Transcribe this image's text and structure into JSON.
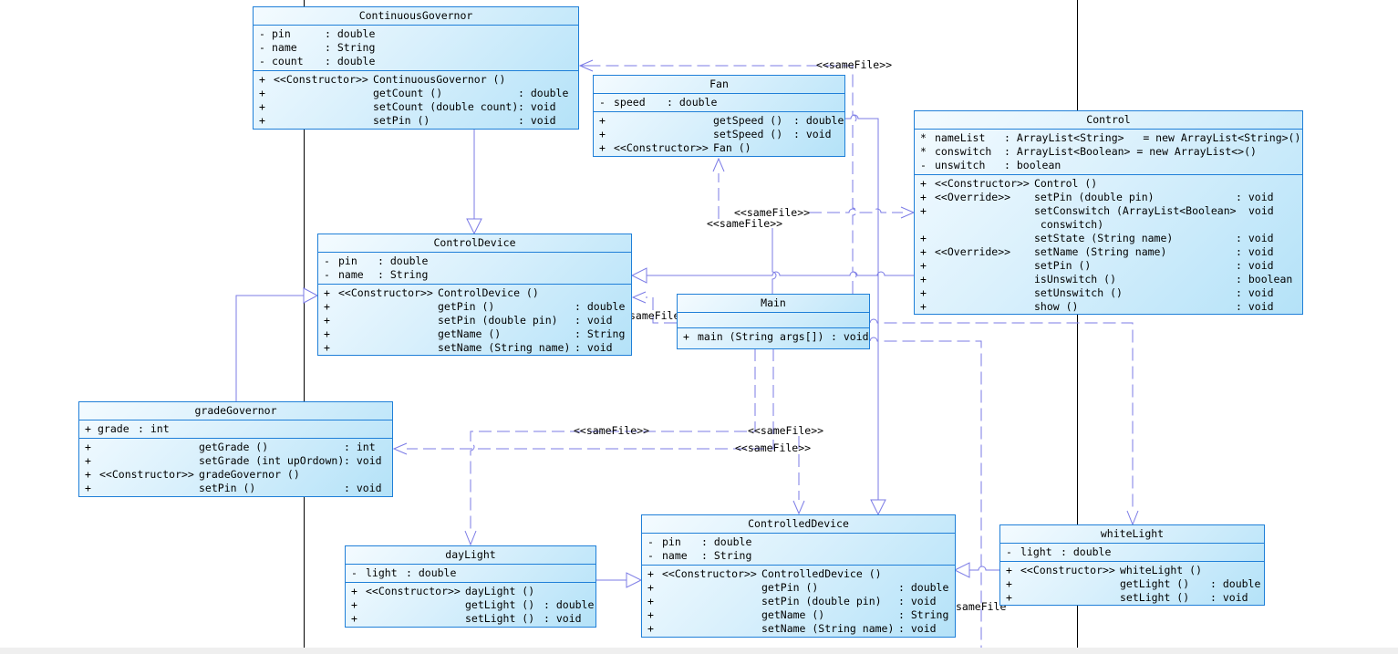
{
  "classes": {
    "continuousGovernor": {
      "name": "ContinuousGovernor",
      "attributes": [
        {
          "vis": "-",
          "name": "pin",
          "type": ": double"
        },
        {
          "vis": "-",
          "name": "name",
          "type": ": String"
        },
        {
          "vis": "-",
          "name": "count",
          "type": ": double"
        }
      ],
      "operations": [
        {
          "vis": "+",
          "stereo": "<<Constructor>>",
          "sig": "ContinuousGovernor ()",
          "ret": ""
        },
        {
          "vis": "+",
          "stereo": "",
          "sig": "getCount ()",
          "ret": ": double"
        },
        {
          "vis": "+",
          "stereo": "",
          "sig": "setCount (double count)",
          "ret": ": void"
        },
        {
          "vis": "+",
          "stereo": "",
          "sig": "setPin ()",
          "ret": ": void"
        }
      ]
    },
    "fan": {
      "name": "Fan",
      "attributes": [
        {
          "vis": "-",
          "name": "speed",
          "type": ": double"
        }
      ],
      "operations": [
        {
          "vis": "+",
          "stereo": "",
          "sig": "getSpeed ()",
          "ret": ": double"
        },
        {
          "vis": "+",
          "stereo": "",
          "sig": "setSpeed ()",
          "ret": ": void"
        },
        {
          "vis": "+",
          "stereo": "<<Constructor>>",
          "sig": "Fan ()",
          "ret": ""
        }
      ]
    },
    "control": {
      "name": "Control",
      "attributes": [
        {
          "vis": "*",
          "name": "nameList",
          "type": ": ArrayList<String>   = new ArrayList<String>()"
        },
        {
          "vis": "*",
          "name": "conswitch",
          "type": ": ArrayList<Boolean> = new ArrayList<>()"
        },
        {
          "vis": "-",
          "name": "unswitch",
          "type": ": boolean"
        }
      ],
      "operations": [
        {
          "vis": "+",
          "stereo": "<<Constructor>>",
          "sig": "Control ()",
          "ret": ""
        },
        {
          "vis": "+",
          "stereo": "<<Override>>",
          "sig": "setPin (double pin)",
          "ret": ": void"
        },
        {
          "vis": "+",
          "stereo": "",
          "sig": "setConswitch (ArrayList<Boolean>",
          "ret": "void",
          "cont": " conswitch)"
        },
        {
          "vis": "+",
          "stereo": "",
          "sig": "setState (String name)",
          "ret": ": void"
        },
        {
          "vis": "+",
          "stereo": "<<Override>>",
          "sig": "setName (String name)",
          "ret": ": void"
        },
        {
          "vis": "+",
          "stereo": "",
          "sig": "setPin ()",
          "ret": ": void"
        },
        {
          "vis": "+",
          "stereo": "",
          "sig": "isUnswitch ()",
          "ret": ": boolean"
        },
        {
          "vis": "+",
          "stereo": "",
          "sig": "setUnswitch ()",
          "ret": ": void"
        },
        {
          "vis": "+",
          "stereo": "",
          "sig": "show ()",
          "ret": ": void"
        }
      ]
    },
    "controlDevice": {
      "name": "ControlDevice",
      "attributes": [
        {
          "vis": "-",
          "name": "pin",
          "type": ": double"
        },
        {
          "vis": "-",
          "name": "name",
          "type": ": String"
        }
      ],
      "operations": [
        {
          "vis": "+",
          "stereo": "<<Constructor>>",
          "sig": "ControlDevice ()",
          "ret": ""
        },
        {
          "vis": "+",
          "stereo": "",
          "sig": "getPin ()",
          "ret": ": double"
        },
        {
          "vis": "+",
          "stereo": "",
          "sig": "setPin (double pin)",
          "ret": ": void"
        },
        {
          "vis": "+",
          "stereo": "",
          "sig": "getName ()",
          "ret": ": String"
        },
        {
          "vis": "+",
          "stereo": "",
          "sig": "setName (String name)",
          "ret": ": void"
        }
      ]
    },
    "main": {
      "name": "Main",
      "attributes": [],
      "operations": [
        {
          "vis": "+",
          "stereo": "",
          "sig": "main (String args[])",
          "ret": ": void"
        }
      ]
    },
    "gradeGovernor": {
      "name": "gradeGovernor",
      "attributes": [
        {
          "vis": "+",
          "name": "grade",
          "type": ": int"
        }
      ],
      "operations": [
        {
          "vis": "+",
          "stereo": "",
          "sig": "getGrade ()",
          "ret": ": int"
        },
        {
          "vis": "+",
          "stereo": "",
          "sig": "setGrade (int upOrdown)",
          "ret": ": void"
        },
        {
          "vis": "+",
          "stereo": "<<Constructor>>",
          "sig": "gradeGovernor ()",
          "ret": ""
        },
        {
          "vis": "+",
          "stereo": "",
          "sig": "setPin ()",
          "ret": ": void"
        }
      ]
    },
    "dayLight": {
      "name": "dayLight",
      "attributes": [
        {
          "vis": "-",
          "name": "light",
          "type": ": double"
        }
      ],
      "operations": [
        {
          "vis": "+",
          "stereo": "<<Constructor>>",
          "sig": "dayLight ()",
          "ret": ""
        },
        {
          "vis": "+",
          "stereo": "",
          "sig": "getLight ()",
          "ret": ": double"
        },
        {
          "vis": "+",
          "stereo": "",
          "sig": "setLight ()",
          "ret": ": void"
        }
      ]
    },
    "controlledDevice": {
      "name": "ControlledDevice",
      "attributes": [
        {
          "vis": "-",
          "name": "pin",
          "type": ": double"
        },
        {
          "vis": "-",
          "name": "name",
          "type": ": String"
        }
      ],
      "operations": [
        {
          "vis": "+",
          "stereo": "<<Constructor>>",
          "sig": "ControlledDevice ()",
          "ret": ""
        },
        {
          "vis": "+",
          "stereo": "",
          "sig": "getPin ()",
          "ret": ": double"
        },
        {
          "vis": "+",
          "stereo": "",
          "sig": "setPin (double pin)",
          "ret": ": void"
        },
        {
          "vis": "+",
          "stereo": "",
          "sig": "getName ()",
          "ret": ": String"
        },
        {
          "vis": "+",
          "stereo": "",
          "sig": "setName (String name)",
          "ret": ": void"
        }
      ]
    },
    "whiteLight": {
      "name": "whiteLight",
      "attributes": [
        {
          "vis": "-",
          "name": "light",
          "type": ": double"
        }
      ],
      "operations": [
        {
          "vis": "+",
          "stereo": "<<Constructor>>",
          "sig": "whiteLight ()",
          "ret": ""
        },
        {
          "vis": "+",
          "stereo": "",
          "sig": "getLight ()",
          "ret": ": double"
        },
        {
          "vis": "+",
          "stereo": "",
          "sig": "setLight ()",
          "ret": ": void"
        }
      ]
    }
  },
  "labels": {
    "sameFile": "<<sameFile>>",
    "sameFileClipped": "sameFile"
  },
  "colors": {
    "classBorder": "#1f7fd8",
    "connector": "#7b7be6",
    "classFillLight": "#f4fbff",
    "classFillDark": "#b4e2f8"
  }
}
